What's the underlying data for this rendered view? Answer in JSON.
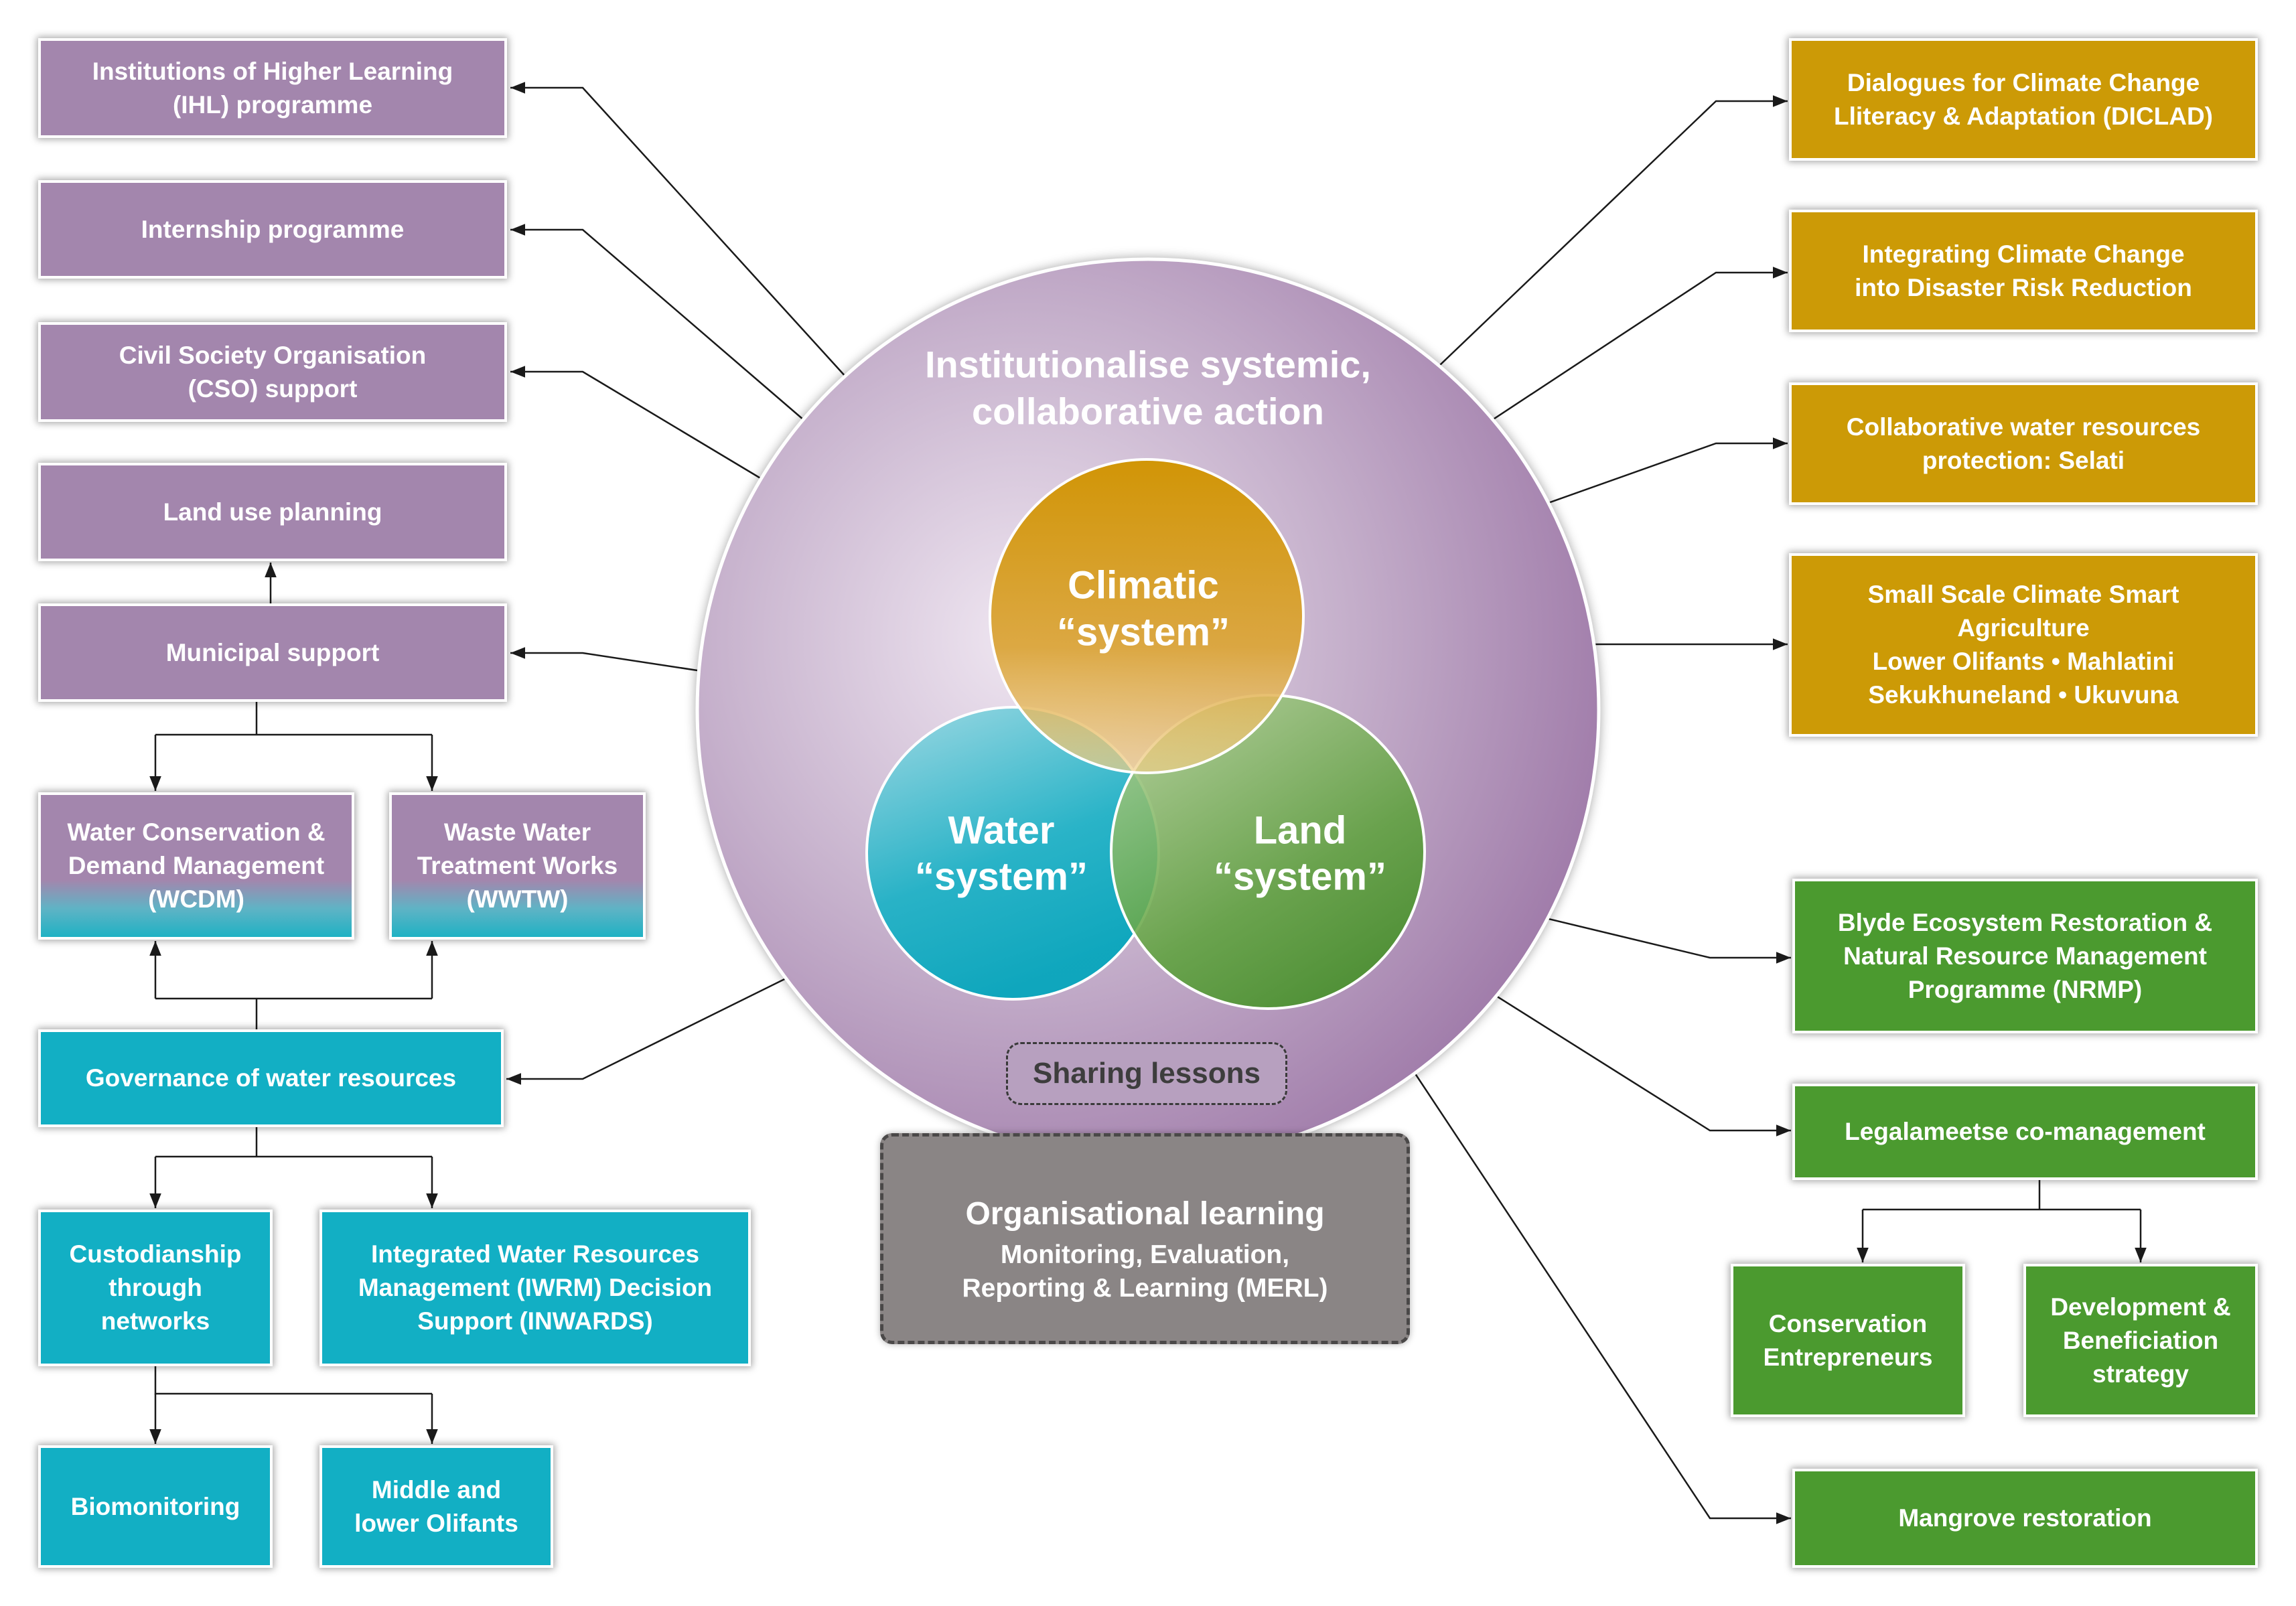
{
  "main_circle": {
    "title": [
      "Institutionalise systemic,",
      "collaborative action"
    ],
    "sharing_lessons": "Sharing lessons"
  },
  "systems": {
    "climatic": [
      "Climatic",
      "“system”"
    ],
    "water": [
      "Water",
      "“system”"
    ],
    "land": [
      "Land",
      "“system”"
    ]
  },
  "organisational_learning": {
    "title": "Organisational learning",
    "lines": [
      "Monitoring, Evaluation,",
      "Reporting & Learning (MERL)"
    ]
  },
  "left_boxes": {
    "ihl": [
      "Institutions of Higher Learning",
      "(IHL) programme"
    ],
    "internship": [
      "Internship programme"
    ],
    "cso": [
      "Civil Society Organisation",
      "(CSO) support"
    ],
    "land_use": [
      "Land use planning"
    ],
    "municipal": [
      "Municipal support"
    ],
    "wcdm": [
      "Water Conservation &",
      "Demand Management",
      "(WCDM)"
    ],
    "wwtw": [
      "Waste Water",
      "Treatment Works",
      "(WWTW)"
    ],
    "governance": [
      "Governance of water resources"
    ],
    "custodianship": [
      "Custodianship",
      "through",
      "networks"
    ],
    "iwrm": [
      "Integrated Water Resources",
      "Management (IWRM) Decision",
      "Support (INWARDS)"
    ],
    "biomonitoring": [
      "Biomonitoring"
    ],
    "olifants": [
      "Middle and",
      "lower Olifants"
    ]
  },
  "right_boxes": {
    "diclad": [
      "Dialogues for Climate Change",
      "Lliteracy & Adaptation (DICLAD)"
    ],
    "drr": [
      "Integrating Climate Change",
      "into Disaster Risk Reduction"
    ],
    "selati": [
      "Collaborative water resources",
      "protection: Selati"
    ],
    "smart_agri": [
      "Small Scale Climate Smart",
      "Agriculture",
      "Lower Olifants • Mahlatini",
      "Sekukhuneland • Ukuvuna"
    ],
    "blyde": [
      "Blyde Ecosystem Restoration &",
      "Natural Resource Management",
      "Programme (NRMP)"
    ],
    "legalameetse": [
      "Legalameetse co-management"
    ],
    "conservation": [
      "Conservation",
      "Entrepreneurs"
    ],
    "development": [
      "Development &",
      "Beneficiation",
      "strategy"
    ],
    "mangrove": [
      "Mangrove restoration"
    ]
  },
  "colors": {
    "purple": "#a386ad",
    "gold": "#cc9a06",
    "teal": "#12afc4",
    "green": "#4b9a2f",
    "gray": "#8a8585"
  }
}
